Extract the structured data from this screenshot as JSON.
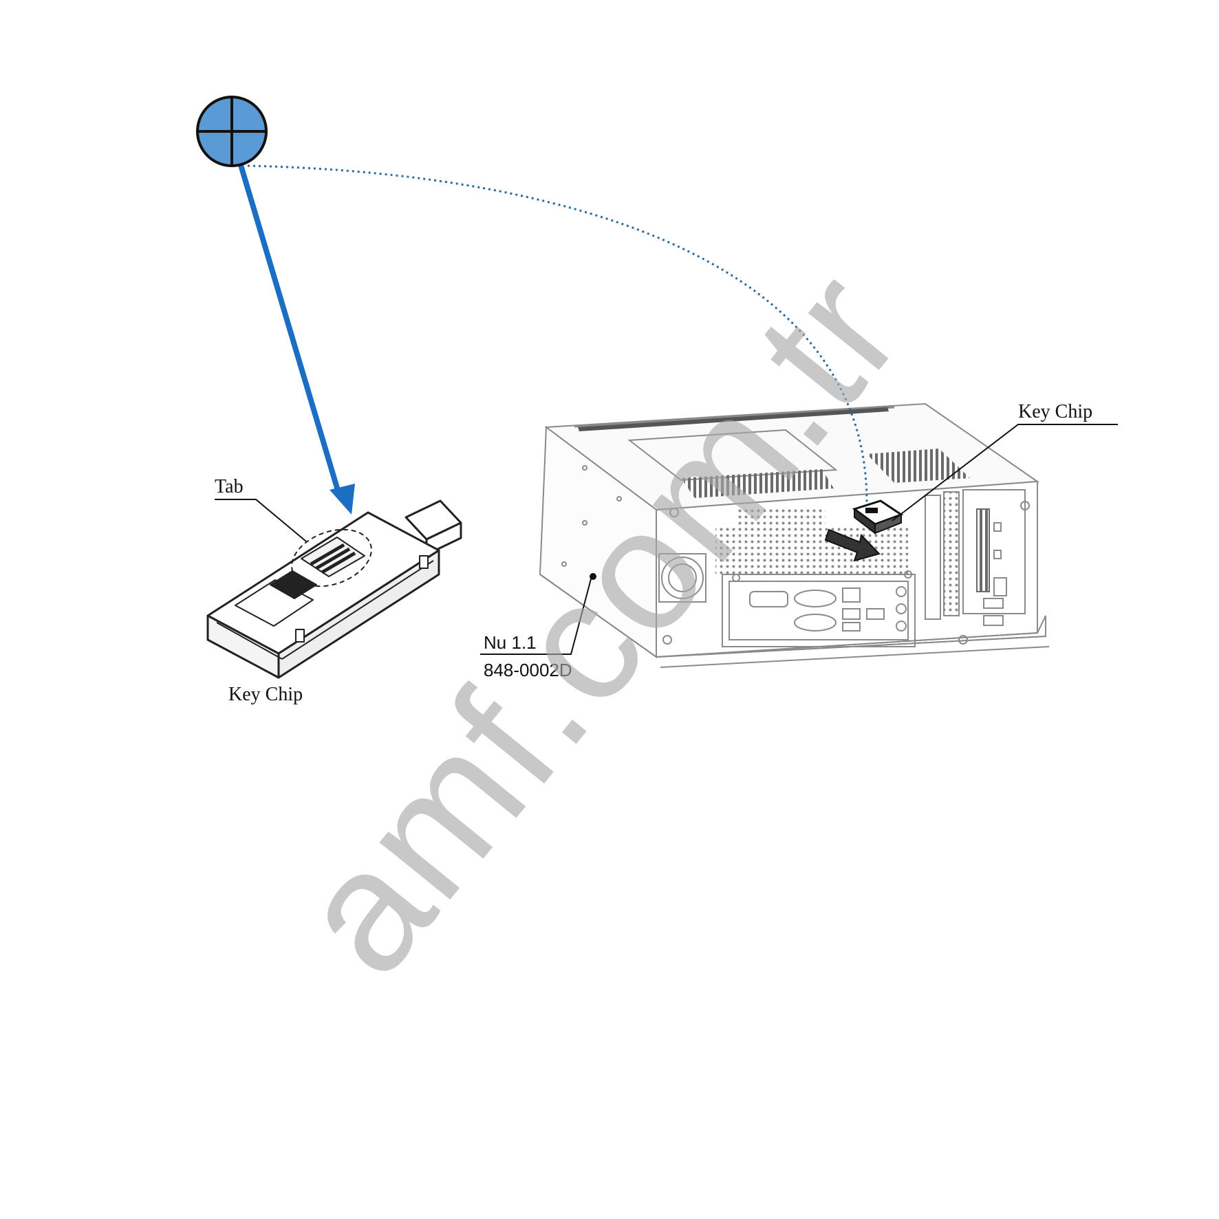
{
  "labels": {
    "tab": "Tab",
    "key_chip_top": "Key Chip",
    "key_chip_bottom": "Key Chip",
    "model_line1": "Nu 1.1",
    "model_line2": "848-0002D"
  },
  "watermark": "amf.com.tr",
  "icons": {
    "crosshair": "crosshair-circle-icon"
  },
  "colors": {
    "accent_blue": "#1a6fc4",
    "crosshair_fill": "#5b9bd5",
    "dotted_line": "#2b6a9e",
    "line_art": "#333333",
    "machine_line": "#8a8a8a",
    "watermark": "#a8a8a8"
  }
}
